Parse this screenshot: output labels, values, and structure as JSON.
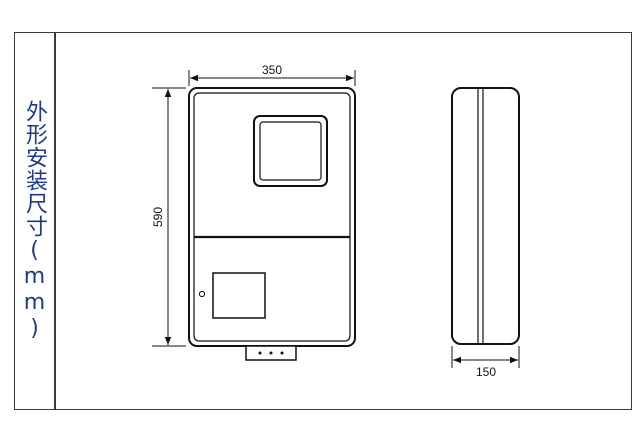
{
  "side_title": "外形安装尺寸(mm)",
  "dimensions": {
    "width": "350",
    "height": "590",
    "depth": "150"
  }
}
